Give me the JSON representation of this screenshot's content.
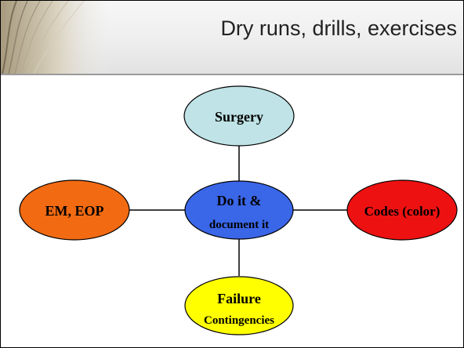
{
  "slide": {
    "title": "Dry runs, drills, exercises"
  },
  "diagram": {
    "center": {
      "lines": [
        "Do it &",
        "document it"
      ],
      "color": "#3a66e8"
    },
    "nodes": [
      {
        "id": "top",
        "lines": [
          "Surgery"
        ],
        "color": "#bfe3e6"
      },
      {
        "id": "left",
        "lines": [
          "EM, EOP"
        ],
        "color": "#f26a12"
      },
      {
        "id": "right",
        "lines": [
          "Codes (color)"
        ],
        "color": "#ee1111"
      },
      {
        "id": "bottom",
        "lines": [
          "Failure",
          "Contingencies"
        ],
        "color": "#ffff00"
      }
    ]
  }
}
